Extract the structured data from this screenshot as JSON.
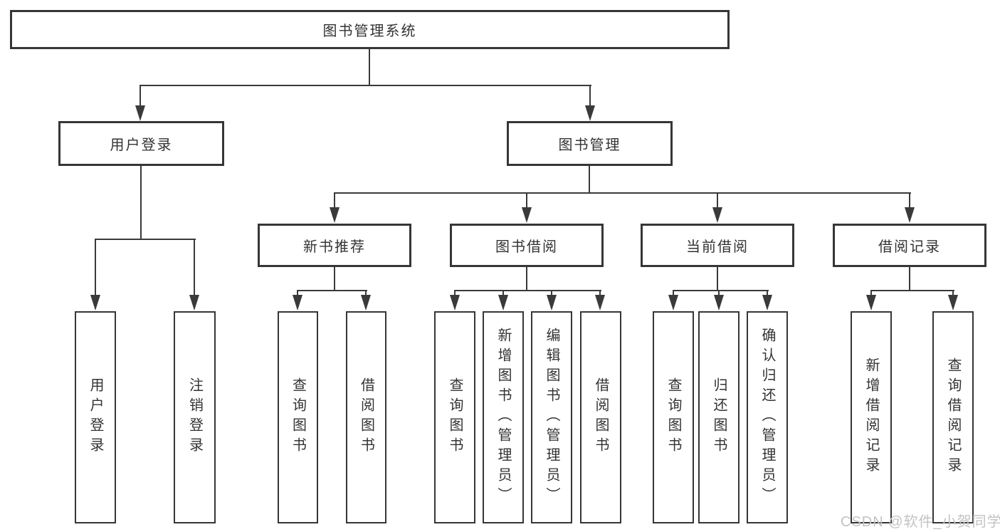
{
  "diagram": {
    "root": {
      "label": "图书管理系统"
    },
    "branches": [
      {
        "label": "用户登录",
        "children": [
          {
            "label": "用户登录"
          },
          {
            "label": "注销登录"
          }
        ]
      },
      {
        "label": "图书管理",
        "children": [
          {
            "label": "新书推荐",
            "children": [
              {
                "label": "查询图书"
              },
              {
                "label": "借阅图书"
              }
            ]
          },
          {
            "label": "图书借阅",
            "children": [
              {
                "label": "查询图书"
              },
              {
                "label": "新增图书（管理员）"
              },
              {
                "label": "编辑图书（管理员）"
              },
              {
                "label": "借阅图书"
              }
            ]
          },
          {
            "label": "当前借阅",
            "children": [
              {
                "label": "查询图书"
              },
              {
                "label": "归还图书"
              },
              {
                "label": "确认归还（管理员）"
              }
            ]
          },
          {
            "label": "借阅记录",
            "children": [
              {
                "label": "新增借阅记录"
              },
              {
                "label": "查询借阅记录"
              }
            ]
          }
        ]
      }
    ]
  },
  "watermark": {
    "text": "CSDN @软件_小贺同学"
  },
  "colors": {
    "line": "#3a3a3a",
    "text": "#333333",
    "background": "#ffffff",
    "watermark": "#c6c2c2"
  }
}
